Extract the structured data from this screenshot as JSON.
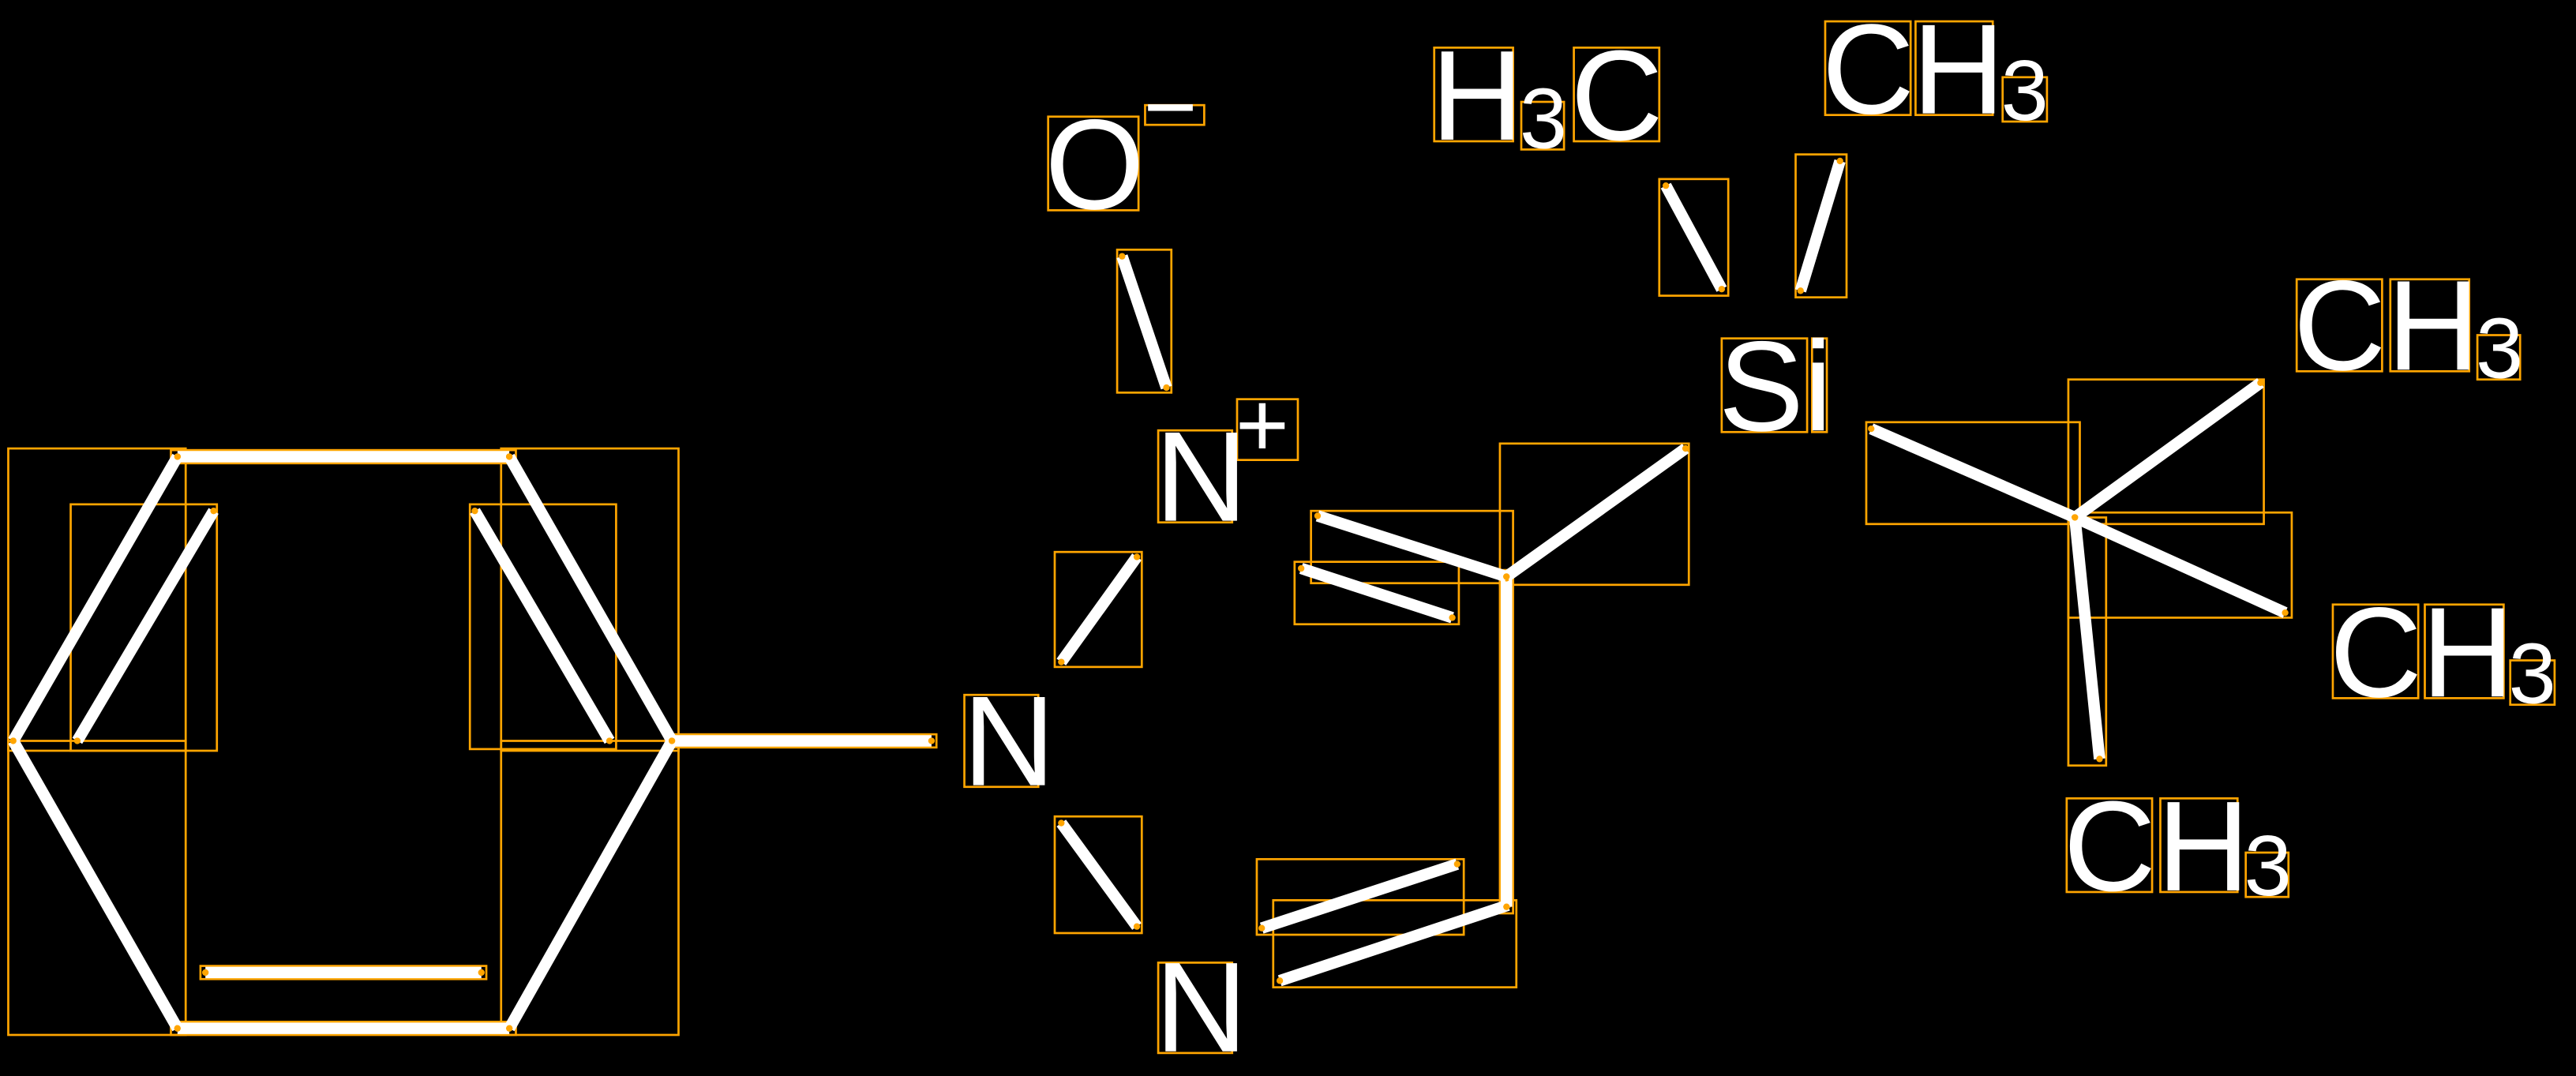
{
  "molecule": {
    "atoms": {
      "n_left": "N",
      "n_plus": "N",
      "n_plus_charge": "+",
      "oxygen": "O",
      "oxygen_charge": "−",
      "n_bottom": "N",
      "silicon": "Si",
      "si_methyl_left": {
        "h": "H",
        "sub": "3",
        "c": "C"
      },
      "si_methyl_top": {
        "c": "C",
        "h": "H",
        "sub": "3"
      },
      "tbu_methyl_upper": {
        "c": "C",
        "h": "H",
        "sub": "3"
      },
      "tbu_methyl_right": {
        "c": "C",
        "h": "H",
        "sub": "3"
      },
      "tbu_methyl_lower": {
        "c": "C",
        "h": "H",
        "sub": "3"
      }
    }
  },
  "colors": {
    "background": "#000000",
    "bond": "#FFFFFF",
    "annotation_box": "#FFA500"
  }
}
